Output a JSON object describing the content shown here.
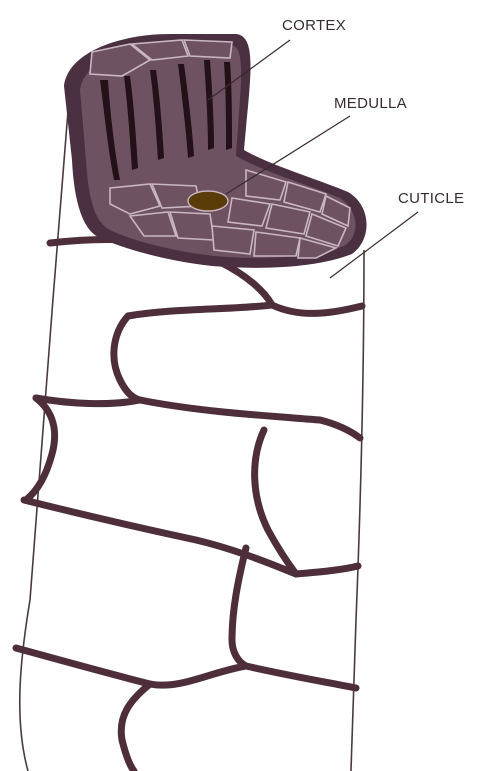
{
  "labels": {
    "cortex": "CORTEX",
    "medulla": "MEDULLA",
    "cuticle": "CUTICLE"
  },
  "colors": {
    "cortex_fill": "#6e5262",
    "cortex_edge": "#4a3040",
    "medulla_fill": "#5a3c08",
    "cuticle_scale": "#4e2e3a",
    "background": "#ffffff"
  }
}
